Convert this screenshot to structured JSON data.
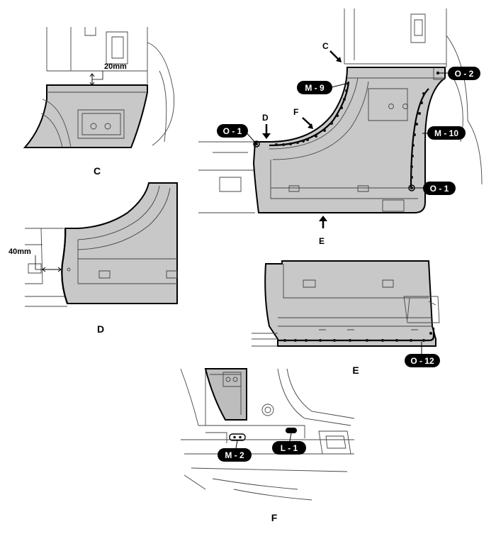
{
  "views": {
    "c": {
      "label": "C",
      "measure": "20mm"
    },
    "d": {
      "label": "D",
      "measure": "40mm"
    },
    "e": {
      "label": "E"
    },
    "f": {
      "label": "F"
    },
    "main": {
      "arrow_c": "C",
      "arrow_d": "D",
      "arrow_e": "E",
      "arrow_f": "F"
    }
  },
  "callouts": {
    "o1_left": "O - 1",
    "m9": "M - 9",
    "o2": "O - 2",
    "m10": "M - 10",
    "o1_right": "O - 1",
    "o12": "O - 12",
    "m2": "M - 2",
    "l1": "L - 1"
  }
}
